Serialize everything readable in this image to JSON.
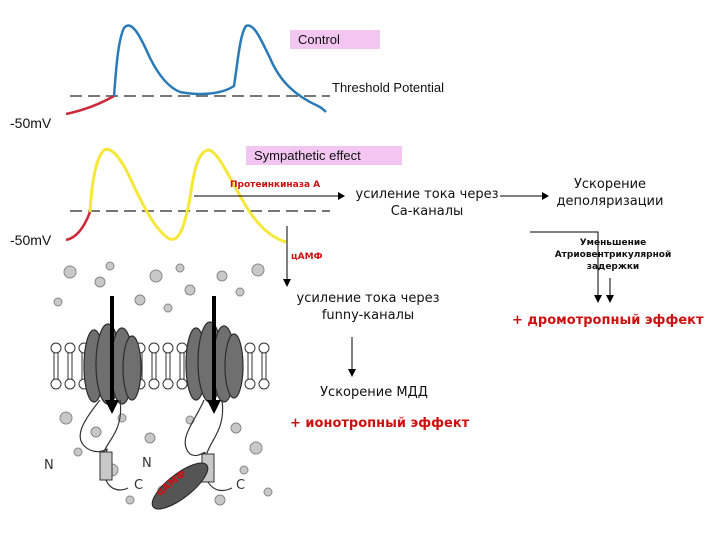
{
  "traces": {
    "control_label": "Control",
    "threshold_label": "Threshold Potential",
    "sympathetic_label": "Sympathetic effect",
    "mv_top": "-50mV",
    "mv_bottom": "-50mV",
    "colors": {
      "control_wave": "#2a7ab8",
      "sympathetic_wave": "#f5e83a",
      "depolarization": "#cc2a3a",
      "threshold_line": "#777777"
    }
  },
  "pathway": {
    "protein_kinase": "Протеинкиназа А",
    "ca_current": "усиление тока через Са-каналы",
    "acceleration_depol": "Ускорение деполяризации",
    "av_delay": "Уменьшение Атриовентрикулярной задержки",
    "dromotropic": "+ дромотропный эффект",
    "camp_small": "цАМФ",
    "funny_current": "усиление тока через funny-каналы",
    "mdd_acceleration": "Ускорение МДД",
    "inotropic": "+ ионотропный эффект"
  },
  "channel": {
    "n_left": "N",
    "c_left": "C",
    "n_right": "N",
    "c_right": "C",
    "camp_molecule": "цАМФ"
  }
}
